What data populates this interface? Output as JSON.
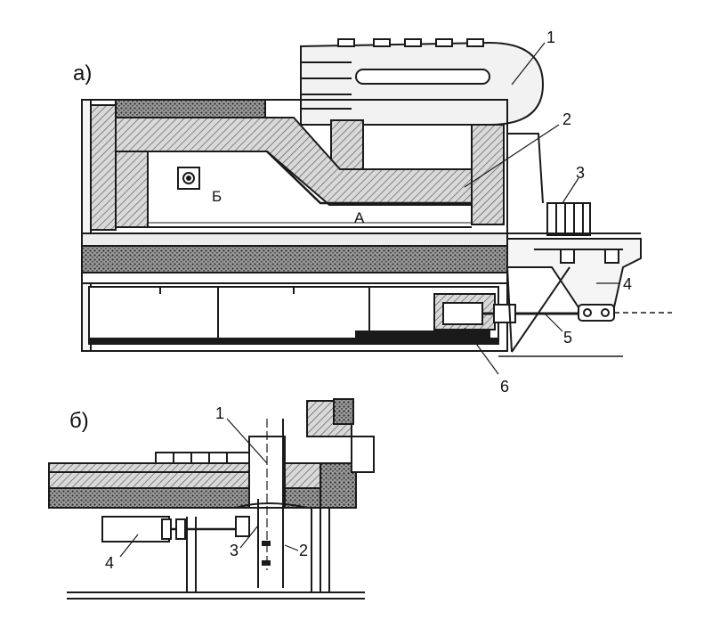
{
  "panels": {
    "a": {
      "label": "а)"
    },
    "b": {
      "label": "б)"
    }
  },
  "callouts_a": [
    "1",
    "2",
    "3",
    "4",
    "5",
    "6"
  ],
  "zones_a": {
    "A": "А",
    "B": "Б"
  },
  "callouts_b": [
    "1",
    "2",
    "3",
    "4"
  ]
}
